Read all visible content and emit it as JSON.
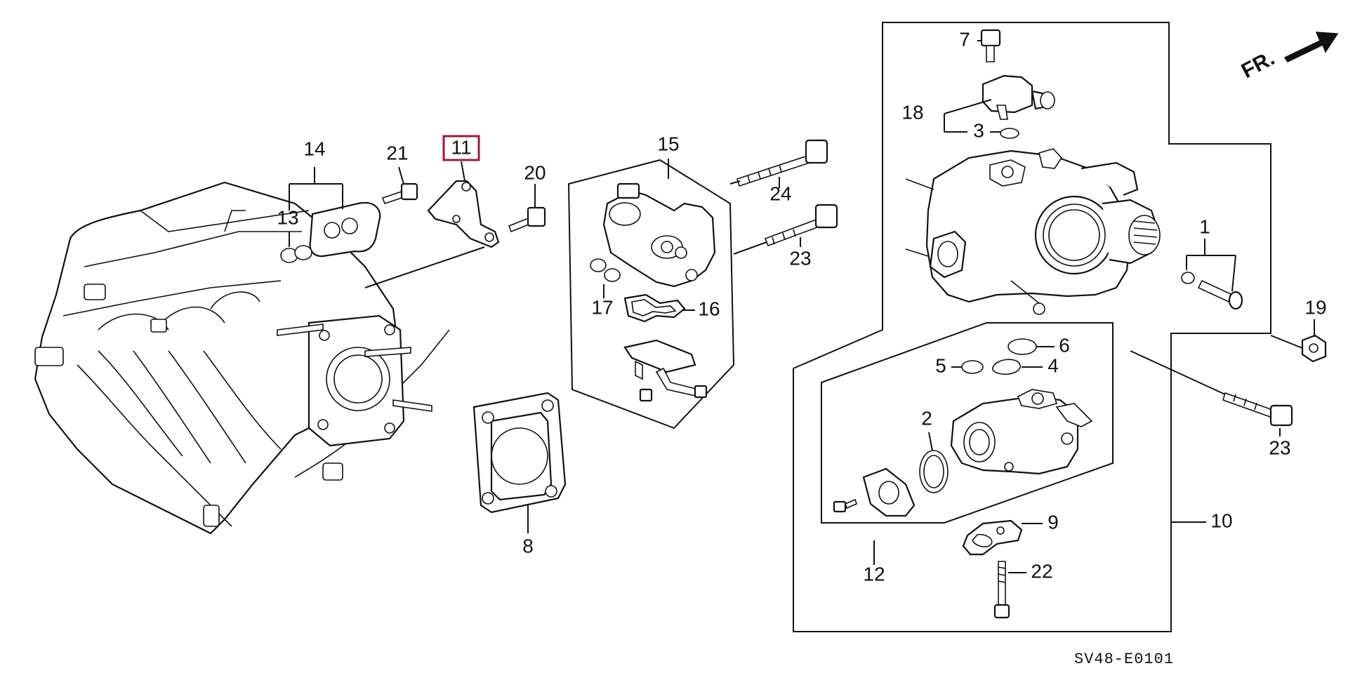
{
  "diagram_code": "SV48-E0101",
  "front_indicator": "FR.",
  "highlighted_part": "11",
  "highlight_color": "#9b1b3a",
  "callouts": {
    "c1": "1",
    "c2": "2",
    "c3": "3",
    "c4": "4",
    "c5": "5",
    "c6": "6",
    "c7": "7",
    "c8": "8",
    "c9": "9",
    "c10": "10",
    "c11": "11",
    "c12": "12",
    "c13": "13",
    "c14": "14",
    "c15": "15",
    "c16": "16",
    "c17": "17",
    "c18": "18",
    "c19": "19",
    "c20": "20",
    "c21": "21",
    "c22": "22",
    "c23a": "23",
    "c23b": "23",
    "c24": "24"
  }
}
